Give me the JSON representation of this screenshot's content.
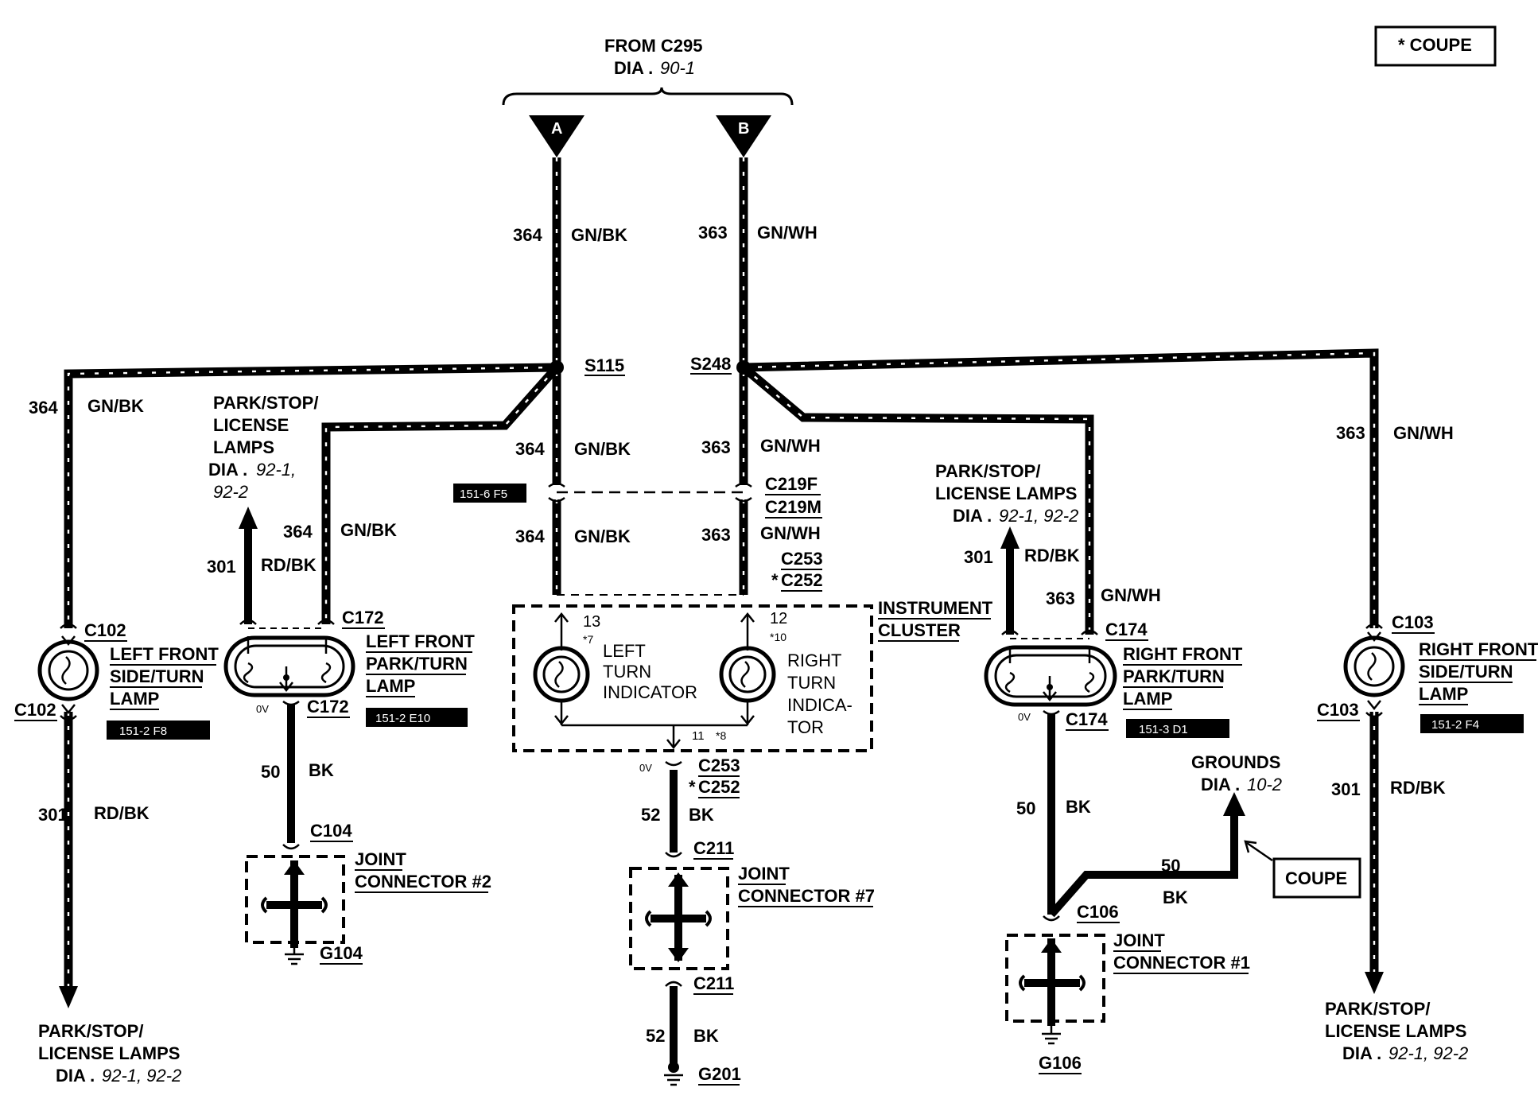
{
  "header": {
    "from_line1": "FROM C295",
    "from_line2_prefix": "DIA .",
    "from_line2_ref": "90-1",
    "legend": "* COUPE"
  },
  "connectors_in": [
    {
      "id": "A"
    },
    {
      "id": "B"
    }
  ],
  "splices": {
    "left": "S115",
    "right": "S248"
  },
  "wires": {
    "circuit_364": "364",
    "color_364": "GN/BK",
    "circuit_363": "363",
    "color_363": "GN/WH",
    "circuit_301": "301",
    "color_301": "RD/BK",
    "circuit_50": "50",
    "circuit_52": "52",
    "color_bk": "BK"
  },
  "inline_connectors": {
    "c219f": "C219F",
    "c219m": "C219M",
    "c253": "C253",
    "c252": "C252",
    "star": "*",
    "c211": "C211",
    "c102": "C102",
    "c172": "C172",
    "c174": "C174",
    "c103": "C103",
    "c104": "C104",
    "c106": "C106"
  },
  "ref_boxes": {
    "cluster_ref": "151-6 F5",
    "lf_side_ref": "151-2 F8",
    "lf_park_ref": "151-2 E10",
    "rf_park_ref": "151-3 D1",
    "rf_side_ref": "151-2 F4"
  },
  "components": {
    "lf_side": [
      "LEFT FRONT",
      "SIDE/TURN",
      "LAMP"
    ],
    "lf_park": [
      "LEFT FRONT",
      "PARK/TURN",
      "LAMP"
    ],
    "rf_park": [
      "RIGHT FRONT",
      "PARK/TURN",
      "LAMP"
    ],
    "rf_side": [
      "RIGHT FRONT",
      "SIDE/TURN",
      "LAMP"
    ],
    "cluster": [
      "INSTRUMENT",
      "CLUSTER"
    ],
    "left_ind": [
      "LEFT",
      "TURN",
      "INDICATOR"
    ],
    "right_ind": [
      "RIGHT",
      "TURN",
      "INDICA-",
      "TOR"
    ],
    "jc2": [
      "JOINT",
      "CONNECTOR #2"
    ],
    "jc7": [
      "JOINT",
      "CONNECTOR #7"
    ],
    "jc1": [
      "JOINT",
      "CONNECTOR #1"
    ]
  },
  "pins": {
    "p13": "13",
    "p7": "*7",
    "p12": "12",
    "p10": "*10",
    "p11": "11",
    "p8": "*8",
    "ov": "0V"
  },
  "grounds": {
    "g104": "G104",
    "g201": "G201",
    "g106": "G106"
  },
  "offpage": {
    "park_stop_lic": [
      "PARK/STOP/",
      "LICENSE LAMPS"
    ],
    "park_stop_lic_3": [
      "PARK/STOP/",
      "LICENSE",
      "LAMPS"
    ],
    "park_lic_center": [
      "PARK/STOP/",
      "LICENSE LAMPS"
    ],
    "dia_prefix": "DIA .",
    "dia_ref": "92-1, 92-2",
    "dia_ref_a": "92-1,",
    "dia_ref_b": "92-2",
    "grounds_label": "GROUNDS",
    "grounds_ref": "10-2"
  },
  "coupe_box": "COUPE"
}
